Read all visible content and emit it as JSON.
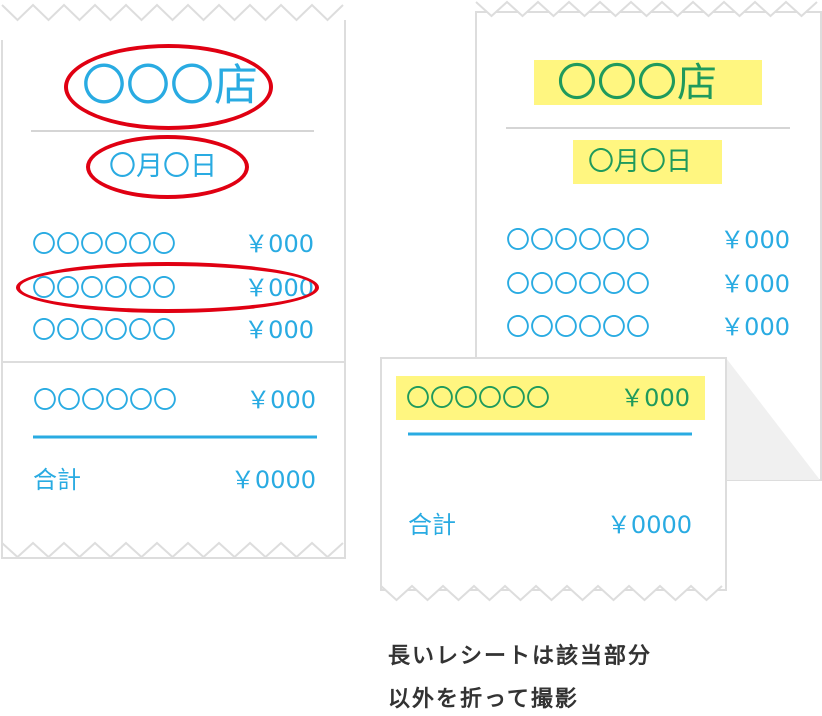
{
  "receipt_left": {
    "store": "〇〇〇店",
    "date": "〇月〇日",
    "items": [
      {
        "name": "〇〇〇〇〇〇",
        "price": "￥000"
      },
      {
        "name": "〇〇〇〇〇〇",
        "price": "￥000"
      },
      {
        "name": "〇〇〇〇〇〇",
        "price": "￥000"
      },
      {
        "name": "〇〇〇〇〇〇",
        "price": "￥000"
      }
    ],
    "total_label": "合計",
    "total_price": "￥0000"
  },
  "receipt_right": {
    "store": "〇〇〇店",
    "date": "〇月〇日",
    "items": [
      {
        "name": "〇〇〇〇〇〇",
        "price": "￥000"
      },
      {
        "name": "〇〇〇〇〇〇",
        "price": "￥000"
      },
      {
        "name": "〇〇〇〇〇〇",
        "price": "￥000"
      },
      {
        "name": "〇〇〇〇〇〇",
        "price": "￥000"
      }
    ],
    "total_label": "合計",
    "total_price": "￥0000"
  },
  "caption": {
    "line1": "長いレシートは該当部分",
    "line2": "以外を折って撮影"
  },
  "colors": {
    "text": "#29abe2",
    "highlight": "#fff680",
    "highlight_text": "#1f9a5c",
    "circle_mark": "#e00012"
  }
}
